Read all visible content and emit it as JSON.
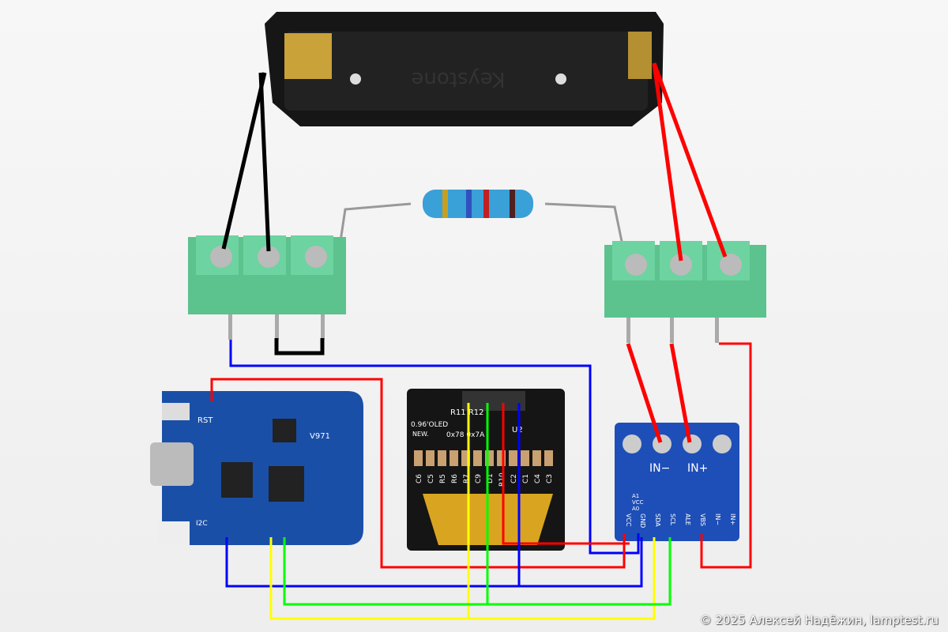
{
  "copyright": "© 2025 Алексей Надёжин, lamptest.ru",
  "battery_holder": {
    "brand": "Keystone"
  },
  "ina_module": {
    "terminals": [
      "IN−",
      "IN+"
    ],
    "pins": [
      "VCC",
      "GND",
      "SDA",
      "SCL",
      "ALE",
      "VBS",
      "IN−",
      "IN+"
    ],
    "address_labels": [
      "A1",
      "VCC",
      "A0"
    ]
  },
  "oled_module": {
    "title": "0.96'OLED",
    "subtitle": "NEW.",
    "resistors": "R11 R12",
    "addresses": "0x78 0x7A",
    "chip": "U2",
    "components": [
      "C6",
      "C5",
      "R5",
      "R6",
      "R7",
      "C9",
      "D1",
      "R10",
      "C2",
      "C1",
      "C4",
      "C3"
    ]
  },
  "mcu_board": {
    "reset_label": "RST",
    "chip_label": "V971",
    "i2c_label": "I2C"
  },
  "wire_colors": {
    "ground": "#000000",
    "power": "#ff0000",
    "gnd_bus": "#0000ff",
    "sda": "#ffff00",
    "scl": "#00ff00"
  }
}
